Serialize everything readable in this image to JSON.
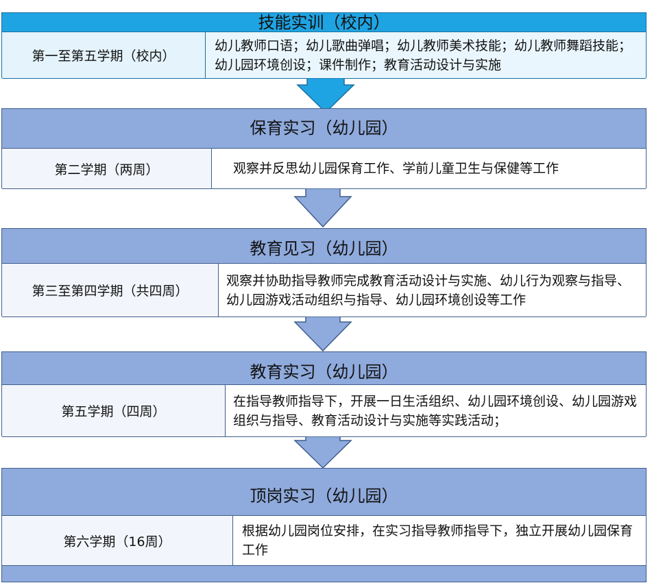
{
  "stages": [
    {
      "title": "技能实训（校内）",
      "period": "第一至第五学期（校内）",
      "content": "幼儿教师口语；幼儿歌曲弹唱；幼儿教师美术技能；幼儿教师舞蹈技能；幼儿园环境创设；课件制作；教育活动设计与实施"
    },
    {
      "title": "保育实习（幼儿园）",
      "period": "第二学期（两周）",
      "content": "观察并反思幼儿园保育工作、学前儿童卫生与保健等工作"
    },
    {
      "title": "教育见习（幼儿园）",
      "period": "第三至第四学期（共四周）",
      "content": "观察并协助指导教师完成教育活动设计与实施、幼儿行为观察与指导、幼儿园游戏活动组织与指导、幼儿园环境创设等工作"
    },
    {
      "title": "教育实习（幼儿园）",
      "period": "第五学期（四周）",
      "content": "在指导教师指导下，开展一日生活组织、幼儿园环境创设、幼儿园游戏组织与指导、教育活动设计与实施等实践活动；"
    },
    {
      "title": "顶岗实习（幼儿园）",
      "period": "第六学期（16周）",
      "content": "根据幼儿园岗位安排，在实习指导教师指导下，独立开展幼儿园保育工作"
    }
  ],
  "colors": {
    "stage_fill": "#8faadc",
    "first_stage_fill": "#1fa4e3",
    "arrow_fill": "#8faadc",
    "first_arrow_fill": "#1fa4e3"
  }
}
